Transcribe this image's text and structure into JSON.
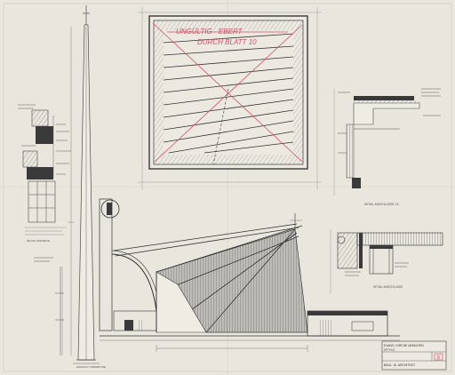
{
  "drawing": {
    "red_note_line1": "UNGÜLTIG - EBERT",
    "red_note_line2": "DURCH BLATT 10",
    "detail_label_right": "DETAIL ANSCHLUSSE 1:5",
    "detail_label_lower_right": "DETAIL ANSCHLUSSE",
    "detail_label_left": "DETAIL SÜDSEITE",
    "title_block": {
      "line1": "EVANG. KIRCHE MÜNCHEN",
      "line2": "DETAILS",
      "sheet_number": "9",
      "line3": "BAUL. DI. ARCHITEKT"
    }
  },
  "colors": {
    "paper": "#e9e6dd",
    "ink": "#4a4a4a",
    "red_pencil": "#d2506a",
    "dark_fill": "#3a3a3a",
    "hatch": "#8a8a8a"
  }
}
